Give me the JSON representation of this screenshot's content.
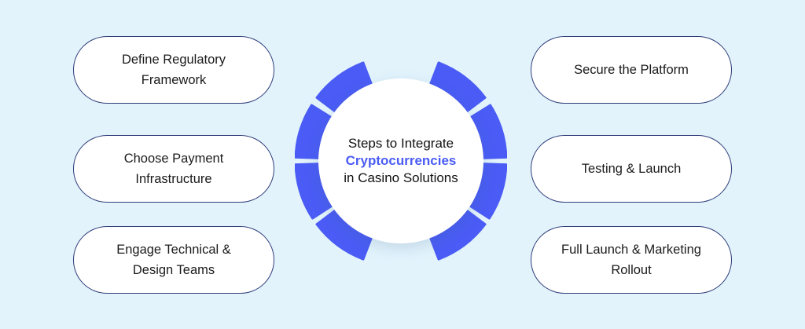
{
  "colors": {
    "accent": "#4a5cf5",
    "background": "#e2f3fc",
    "border": "#2e3c78"
  },
  "center": {
    "line1": "Steps to Integrate",
    "line2": "Cryptocurrencies",
    "line3": "in Casino Solutions"
  },
  "steps_left": [
    {
      "label": "Define Regulatory Framework"
    },
    {
      "label": "Choose Payment Infrastructure"
    },
    {
      "label": "Engage Technical & Design Teams"
    }
  ],
  "steps_right": [
    {
      "label": "Secure the Platform"
    },
    {
      "label": "Testing & Launch"
    },
    {
      "label": "Full Launch & Marketing Rollout"
    }
  ]
}
